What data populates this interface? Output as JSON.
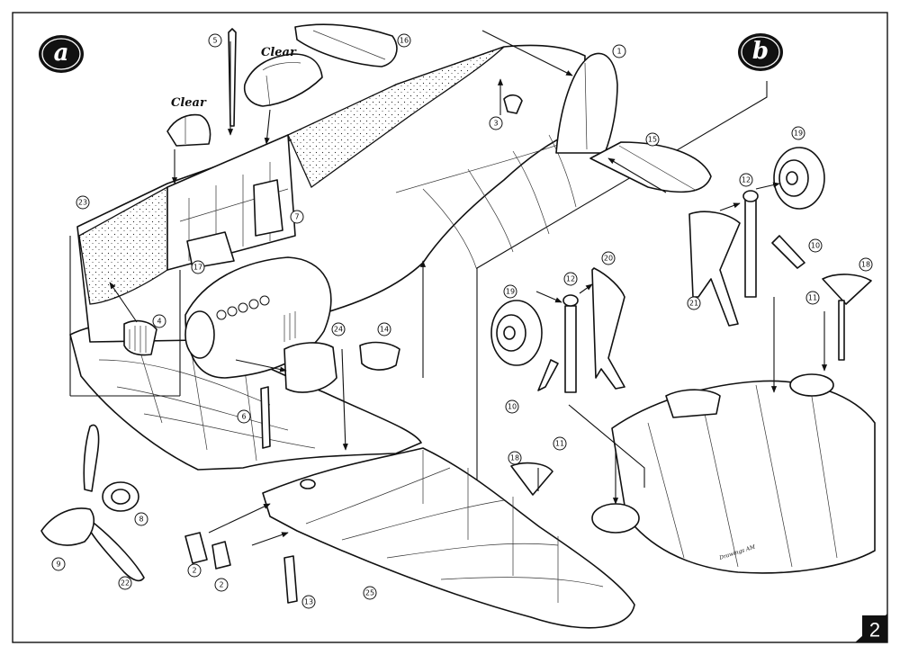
{
  "step_badges": {
    "a": "a",
    "b": "b"
  },
  "clear_labels": [
    "Clear",
    "Clear"
  ],
  "credit": "Drawings AM",
  "page_number": "2",
  "part_callouts": [
    {
      "id": "c1",
      "n": "1"
    },
    {
      "id": "c2a",
      "n": "2"
    },
    {
      "id": "c2b",
      "n": "2"
    },
    {
      "id": "c3",
      "n": "3"
    },
    {
      "id": "c4",
      "n": "4"
    },
    {
      "id": "c5",
      "n": "5"
    },
    {
      "id": "c6",
      "n": "6"
    },
    {
      "id": "c7",
      "n": "7"
    },
    {
      "id": "c8",
      "n": "8"
    },
    {
      "id": "c9",
      "n": "9"
    },
    {
      "id": "c10a",
      "n": "10"
    },
    {
      "id": "c10b",
      "n": "10"
    },
    {
      "id": "c11a",
      "n": "11"
    },
    {
      "id": "c11b",
      "n": "11"
    },
    {
      "id": "c12a",
      "n": "12"
    },
    {
      "id": "c12b",
      "n": "12"
    },
    {
      "id": "c13",
      "n": "13"
    },
    {
      "id": "c14",
      "n": "14"
    },
    {
      "id": "c15",
      "n": "15"
    },
    {
      "id": "c16",
      "n": "16"
    },
    {
      "id": "c17",
      "n": "17"
    },
    {
      "id": "c18a",
      "n": "18"
    },
    {
      "id": "c18b",
      "n": "18"
    },
    {
      "id": "c19a",
      "n": "19"
    },
    {
      "id": "c19b",
      "n": "19"
    },
    {
      "id": "c20",
      "n": "20"
    },
    {
      "id": "c21",
      "n": "21"
    },
    {
      "id": "c22",
      "n": "22"
    },
    {
      "id": "c23",
      "n": "23"
    },
    {
      "id": "c24",
      "n": "24"
    },
    {
      "id": "c25",
      "n": "25"
    }
  ]
}
